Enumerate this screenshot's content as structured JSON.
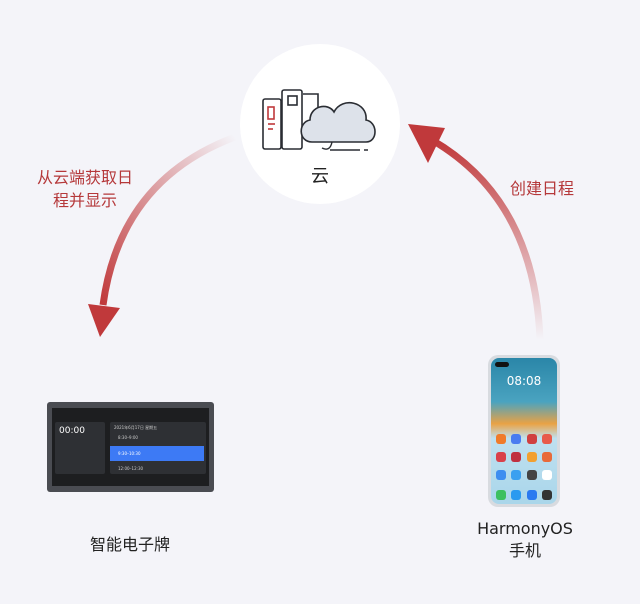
{
  "cloud": {
    "label": "云",
    "icon": "cloud-storage-icon"
  },
  "arrows": {
    "left_label_line1": "从云端获取日",
    "left_label_line2": "程并显示",
    "right_label": "创建日程",
    "color": "#c0393b"
  },
  "board": {
    "label": "智能电子牌",
    "clock": "00:00",
    "date": "2021年6月17日 星期五",
    "slots": [
      "8:30–9:00",
      "9:30–10:30",
      "12:00–12:30"
    ]
  },
  "phone": {
    "label_line1": "HarmonyOS",
    "label_line2": "手机",
    "clock": "08:08"
  }
}
